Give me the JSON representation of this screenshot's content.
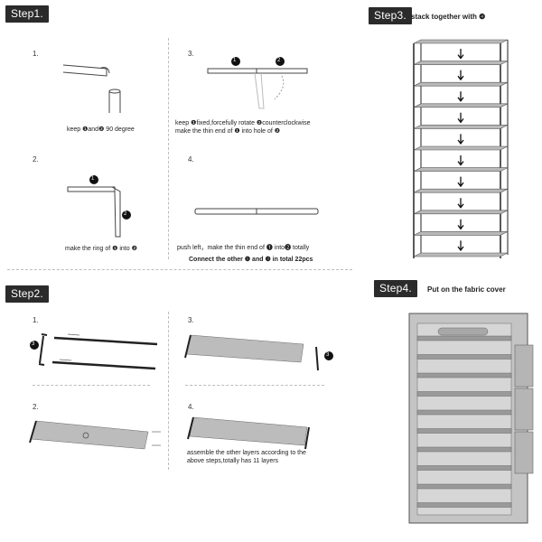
{
  "step1": {
    "badge": "Step1.",
    "sub1": {
      "num": "1.",
      "caption": "keep ❶and❷ 90 degree"
    },
    "sub2": {
      "num": "2.",
      "caption": "make the ring of ❶ into ❷"
    },
    "sub3": {
      "num": "3.",
      "caption_line1": "keep ❶fixed,forcefully rotate ❷counterclockwise",
      "caption_line2": "make the thin end of ❶ into hole of ❷"
    },
    "sub4": {
      "num": "4.",
      "caption": "push left，make the thin end of ❶ into❷ totally"
    },
    "connect_note": "Connect the other ❶ and ❷  in total 22pcs"
  },
  "step2": {
    "badge": "Step2.",
    "sub1": {
      "num": "1."
    },
    "sub2": {
      "num": "2."
    },
    "sub3": {
      "num": "3."
    },
    "sub4": {
      "num": "4.",
      "caption_line1": "assemble the other layers according to the",
      "caption_line2": "above steps,totally has 11 layers"
    }
  },
  "step3": {
    "badge": "Step3.",
    "caption": "stack together with ❹"
  },
  "step4": {
    "badge": "Step4.",
    "caption": "Put on the fabric cover"
  },
  "labels": {
    "one": "❶",
    "two": "❷",
    "three": "❸",
    "four": "❹"
  },
  "colors": {
    "badge_bg": "#2b2b2b",
    "fabric": "#b9b9b9",
    "frame": "#222222"
  }
}
